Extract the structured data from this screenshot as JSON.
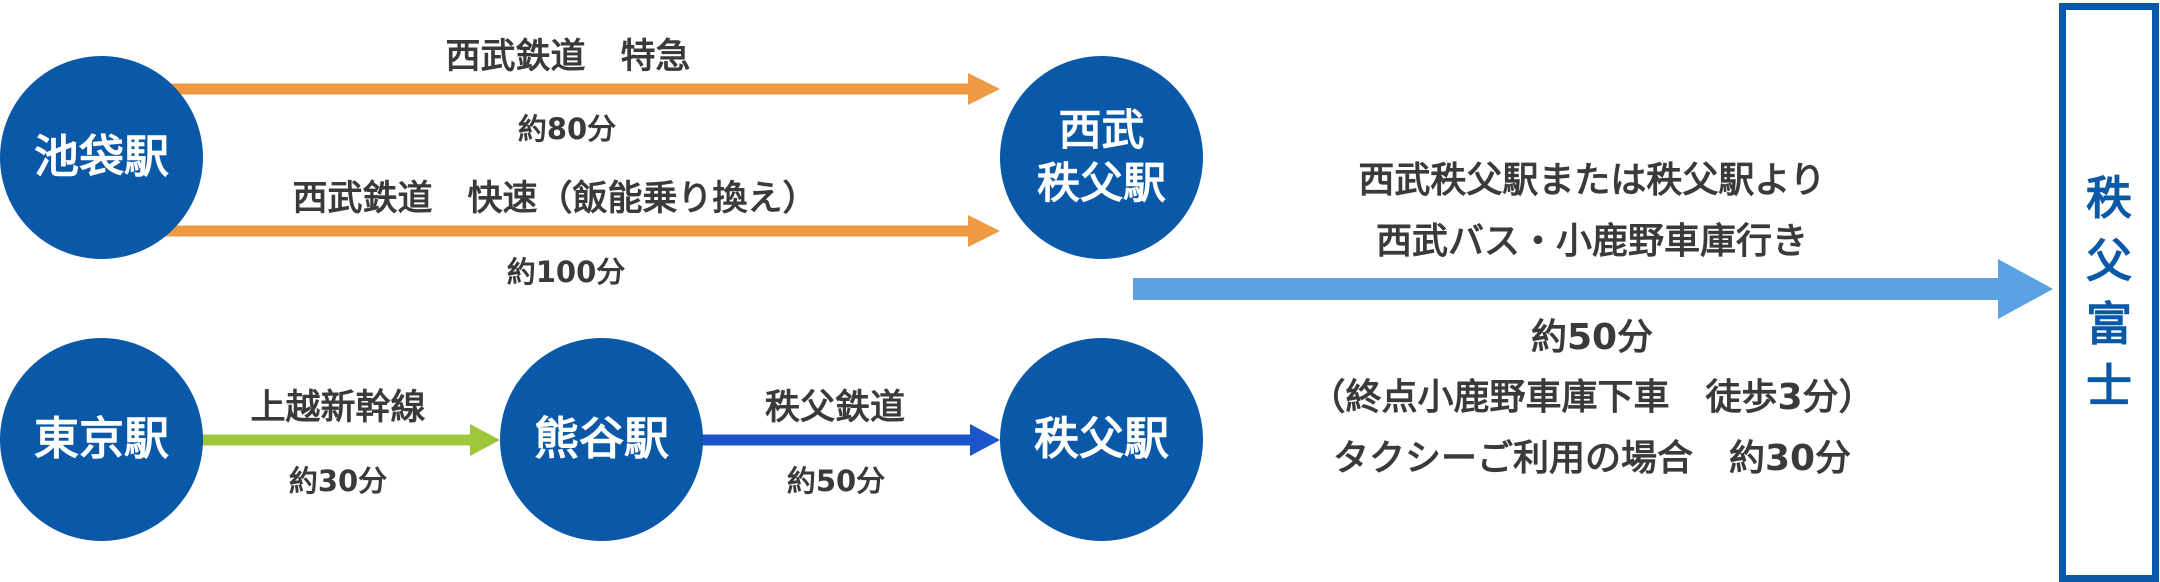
{
  "colors": {
    "station_circle": "#0a58a8",
    "seibu_arrow": "#ee9a43",
    "jr_arrow": "#9dc63a",
    "chichibu_arrow": "#1a56c9",
    "bus_arrow": "#5aa2e3",
    "destination_border": "#0a58a8"
  },
  "stations": {
    "ikebukuro": "池袋駅",
    "seibu_chichibu_line1": "西武",
    "seibu_chichibu_line2": "秩父駅",
    "tokyo": "東京駅",
    "kumagaya": "熊谷駅",
    "chichibu": "秩父駅"
  },
  "routes": {
    "seibu_express": {
      "line": "西武鉄道　特急",
      "time": "約80分"
    },
    "seibu_rapid": {
      "line": "西武鉄道　快速（飯能乗り換え）",
      "time": "約100分"
    },
    "shinkansen": {
      "line": "上越新幹線",
      "time": "約30分"
    },
    "chichibu_railway": {
      "line": "秩父鉄道",
      "time": "約50分"
    }
  },
  "bus": {
    "line1": "西武秩父駅または秩父駅より",
    "line2": "西武バス・小鹿野車庫行き",
    "time": "約50分",
    "note": "（終点小鹿野車庫下車　徒歩3分）",
    "taxi": "タクシーご利用の場合　約30分"
  },
  "destination": {
    "chars": [
      "秩",
      "父",
      "富",
      "士"
    ]
  }
}
